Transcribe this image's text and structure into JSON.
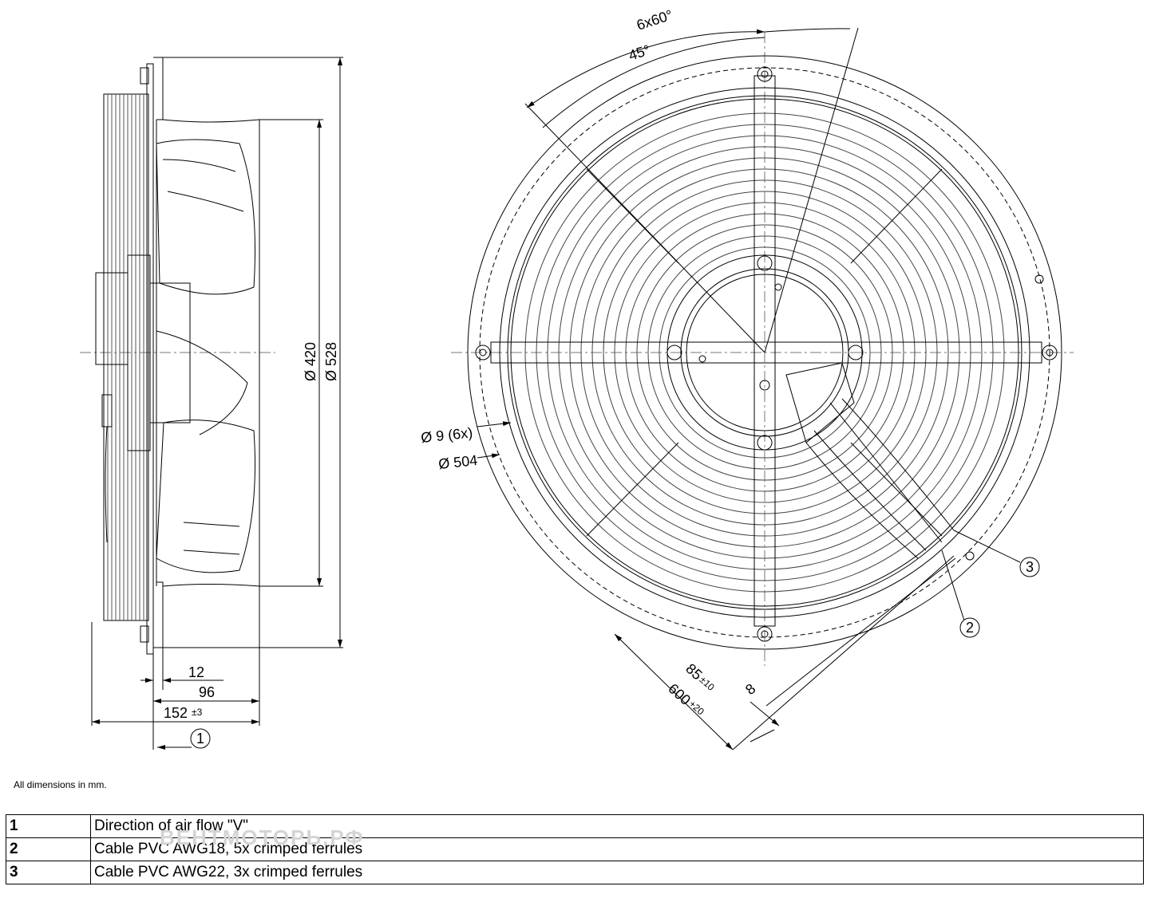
{
  "dimensions": {
    "d420": "Ø 420",
    "d528": "Ø 528",
    "d12": "12",
    "d96": "96",
    "d152": "152",
    "d152_tol": "±3",
    "angle_6x60": "6x60°",
    "angle_45": "45°",
    "hole": "Ø 9 (6x)",
    "d504": "Ø 504",
    "d85": "85",
    "d85_tol": "±10",
    "d600": "600",
    "d600_tol": "+20",
    "d8": "8"
  },
  "callouts": {
    "c1": "1",
    "c2": "2",
    "c3": "3"
  },
  "note": "All dimensions in mm.",
  "watermark": "ВЕНТМОТОРЬ.РФ",
  "legend": [
    {
      "num": "1",
      "text": "Direction of air flow \"V\""
    },
    {
      "num": "2",
      "text": "Cable PVC AWG18, 5x crimped ferrules"
    },
    {
      "num": "3",
      "text": "Cable PVC AWG22, 3x crimped ferrules"
    }
  ]
}
